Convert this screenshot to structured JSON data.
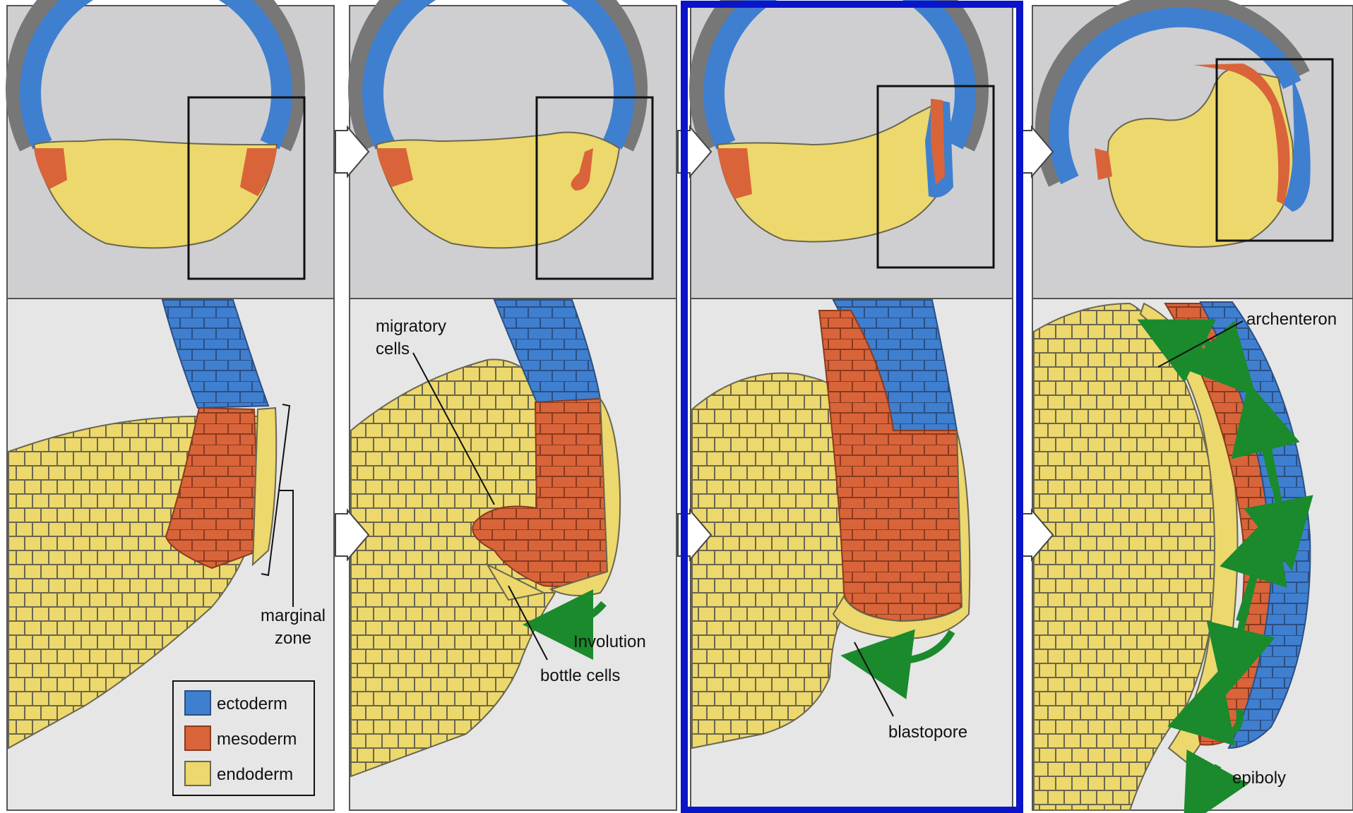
{
  "colors": {
    "ectoderm": "#3f7fd0",
    "mesoderm": "#d9643a",
    "endoderm": "#ecd86c",
    "cell_border": "#6a6650",
    "top_bg": "#cfcfd1",
    "bottom_bg": "#e6e6e6",
    "panel_border": "#555555",
    "highlight": "#0a14c8",
    "arrow_green": "#1a8a2c"
  },
  "legend": {
    "items": [
      {
        "label": "ectoderm",
        "color_key": "ectoderm"
      },
      {
        "label": "mesoderm",
        "color_key": "mesoderm"
      },
      {
        "label": "endoderm",
        "color_key": "endoderm"
      }
    ]
  },
  "labels": {
    "marginal_zone_line1": "marginal",
    "marginal_zone_line2": "zone",
    "migratory_cells_line1": "migratory",
    "migratory_cells_line2": "cells",
    "involution": "Involution",
    "bottle_cells": "bottle cells",
    "blastopore": "blastopore",
    "archenteron": "archenteron",
    "epiboly": "epiboly"
  },
  "panels": [
    {
      "stage": 1,
      "highlighted": false
    },
    {
      "stage": 2,
      "highlighted": false
    },
    {
      "stage": 3,
      "highlighted": true
    },
    {
      "stage": 4,
      "highlighted": false
    }
  ]
}
